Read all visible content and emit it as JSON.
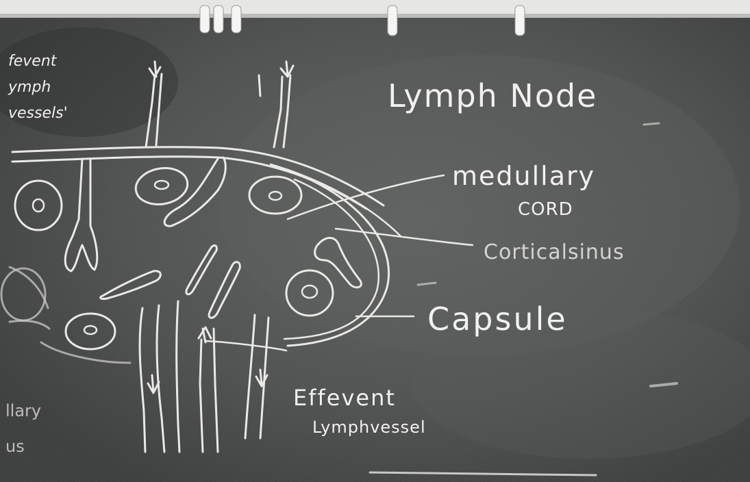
{
  "board": {
    "title": "Lymph Node",
    "labels": {
      "afferent": [
        "fevent",
        "ymph",
        "vessels'"
      ],
      "medullary_cord": [
        "medullary",
        "CORD"
      ],
      "cortical_sinus": "Corticalsinus",
      "capsule": "Capsule",
      "efferent": [
        "Effevent",
        "Lymphvessel"
      ],
      "left_bottom": [
        "llary",
        "us"
      ]
    }
  },
  "colors": {
    "chalkboard": "#3f4140",
    "chalk": "#ececea",
    "frame": "#e4e4e2"
  }
}
